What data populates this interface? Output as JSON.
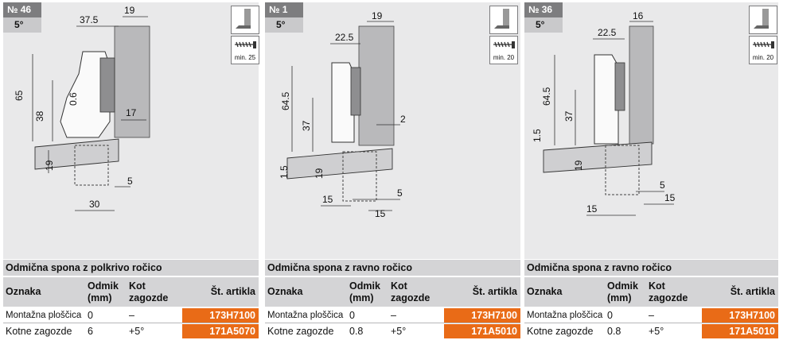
{
  "panels": [
    {
      "number": "№ 46",
      "angle": "5°",
      "screw": "min. 25",
      "dims": {
        "top": "19",
        "width": "37.5",
        "height": "65",
        "mid": "38",
        "offset": "0.6",
        "side": "17",
        "plate": "19",
        "gap": "5",
        "bottom": "30"
      },
      "table": {
        "title": "Odmična spona z polkrivo ročico",
        "headers": {
          "label": "Oznaka",
          "odmik": "Odmik (mm)",
          "kot": "Kot zagozde",
          "art": "Št. artikla"
        },
        "rows": [
          {
            "label": "Montažna ploščica",
            "odmik": "0",
            "kot": "–",
            "art": "173H7100"
          },
          {
            "label": "Kotne zagozde",
            "odmik": "6",
            "kot": "+5°",
            "art": "171A5070"
          }
        ]
      }
    },
    {
      "number": "№ 1",
      "angle": "5°",
      "screw": "min. 20",
      "dims": {
        "top": "19",
        "width": "22.5",
        "height": "64.5",
        "mid": "37",
        "side": "2",
        "plate": "19",
        "low": "1.5",
        "w15a": "15",
        "gap": "5",
        "w15b": "15"
      },
      "table": {
        "title": "Odmična spona z ravno ročico",
        "headers": {
          "label": "Oznaka",
          "odmik": "Odmik (mm)",
          "kot": "Kot zagozde",
          "art": "Št. artikla"
        },
        "rows": [
          {
            "label": "Montažna ploščica",
            "odmik": "0",
            "kot": "–",
            "art": "173H7100"
          },
          {
            "label": "Kotne zagozde",
            "odmik": "0.8",
            "kot": "+5°",
            "art": "171A5010"
          }
        ]
      }
    },
    {
      "number": "№ 36",
      "angle": "5°",
      "screw": "min. 20",
      "dims": {
        "top": "16",
        "width": "22.5",
        "height": "64.5",
        "mid": "37",
        "low": "1.5",
        "plate": "19",
        "gap": "5",
        "w15a": "15",
        "w15b": "15"
      },
      "table": {
        "title": "Odmična spona z ravno ročico",
        "headers": {
          "label": "Oznaka",
          "odmik": "Odmik (mm)",
          "kot": "Kot zagozde",
          "art": "Št. artikla"
        },
        "rows": [
          {
            "label": "Montažna ploščica",
            "odmik": "0",
            "kot": "–",
            "art": "173H7100"
          },
          {
            "label": "Kotne zagozde",
            "odmik": "0.8",
            "kot": "+5°",
            "art": "171A5010"
          }
        ]
      }
    }
  ],
  "colors": {
    "badge": "#7d7d7f",
    "angle": "#c9c9cb",
    "panel": "#e9e9ea",
    "article": "#e96b17",
    "header": "#d4d4d6"
  }
}
